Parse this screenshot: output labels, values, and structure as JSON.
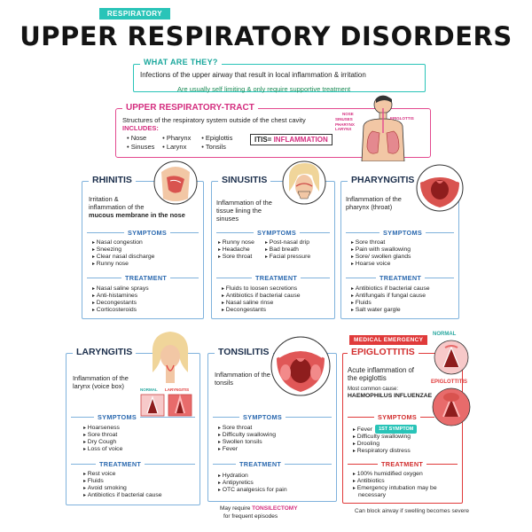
{
  "header": {
    "tag": "RESPIRATORY",
    "title": "UPPER RESPIRATORY DISORDERS"
  },
  "what": {
    "heading": "WHAT ARE THEY?",
    "text": "Infections of the upper airway that result in local inflammation & irritation",
    "note": "Are usually self limiting & only require supportive treatment"
  },
  "tract": {
    "heading": "UPPER RESPIRATORY-TRACT",
    "description": "Structures of the respiratory system outside of the chest cavity",
    "includes_label": "INCLUDES:",
    "includes": [
      "Nose",
      "Pharynx",
      "Epiglottis",
      "Sinuses",
      "Larynx",
      "Tonsils"
    ],
    "itis_prefix": "ITIS=",
    "itis_value": "INFLAMMATION",
    "figure_labels": [
      "NOSE",
      "SINUSES",
      "PHARYNX",
      "LARYNX",
      "EPIGLOTTIS"
    ]
  },
  "cards": {
    "rhinitis": {
      "title": "RHINITIS",
      "desc": [
        "Irritation &",
        "inflammation of the",
        "mucous membrane in the nose"
      ],
      "symptoms_label": "SYMPTOMS",
      "symptoms": [
        "Nasal congestion",
        "Sneezing",
        "Clear nasal discharge",
        "Runny nose"
      ],
      "treatment_label": "TREATMENT",
      "treatment": [
        "Nasal saline sprays",
        "Anti-histamines",
        "Decongestants",
        "Corticosteroids"
      ]
    },
    "sinusitis": {
      "title": "SINUSITIS",
      "desc": [
        "Inflammation of the",
        "tissue lining the",
        "sinuses"
      ],
      "symptoms_label": "SYMPTOMS",
      "symptoms_left": [
        "Runny nose",
        "Headache",
        "Sore throat"
      ],
      "symptoms_right": [
        "Post-nasal drip",
        "Bad breath",
        "Facial pressure"
      ],
      "treatment_label": "TREATMENT",
      "treatment": [
        "Fluids to loosen secretions",
        "Antibiotics if bacterial cause",
        "Nasal saline rinse",
        "Decongestants"
      ]
    },
    "pharyngitis": {
      "title": "PHARYNGITIS",
      "desc": [
        "Inflammation of the",
        "pharynx (throat)"
      ],
      "symptoms_label": "SYMPTOMS",
      "symptoms": [
        "Sore throat",
        "Pain with swallowing",
        "Sore/ swollen glands",
        "Hoarse voice"
      ],
      "treatment_label": "TREATMENT",
      "treatment": [
        "Antibiotics if bacterial cause",
        "Antifungals if fungal cause",
        "Fluids",
        "Salt water gargle"
      ]
    },
    "laryngitis": {
      "title": "LARYNGITIS",
      "desc": [
        "Inflammation of the",
        "larynx (voice box)"
      ],
      "normal_label": "NORMAL",
      "laryngitis_label": "LARYNGITIS",
      "symptoms_label": "SYMPTOMS",
      "symptoms": [
        "Hoarseness",
        "Sore throat",
        "Dry Cough",
        "Loss of voice"
      ],
      "treatment_label": "TREATMENT",
      "treatment": [
        "Rest voice",
        "Fluids",
        "Avoid smoking",
        "Antibiotics if bacterial cause"
      ]
    },
    "tonsilitis": {
      "title": "TONSILITIS",
      "desc": [
        "Inflammation of the",
        "tonsils"
      ],
      "symptoms_label": "SYMPTOMS",
      "symptoms": [
        "Sore throat",
        "Difficulty swallowing",
        "Swollen tonsils",
        "Fever"
      ],
      "treatment_label": "TREATMENT",
      "treatment": [
        "Hydration",
        "Antipyretics",
        "OTC analgesics for pain"
      ],
      "note_prefix": "May require",
      "note_highlight": "TONSILECTOMY",
      "note_suffix": "for frequent episodes"
    },
    "epiglottitis": {
      "badge": "MEDICAL EMERGENCY",
      "title": "EPIGLOTTITIS",
      "normal_label": "NORMAL",
      "inflamed_label": "EPIGLOTTITIS",
      "desc": [
        "Acute inflammation of",
        "the epiglottis"
      ],
      "cause_label": "Most common cause:",
      "cause": "HAEMOPHILUS INFLUENZAE",
      "symptoms_label": "SYMPTOMS",
      "first_symptom": "Fever",
      "first_badge": "1ST SYMPTOM",
      "symptoms": [
        "Difficulty swallowing",
        "Drooling",
        "Respiratory distress"
      ],
      "treatment_label": "TREATMENT",
      "treatment": [
        "100% humidified oxygen",
        "Antibiotics",
        "Emergency intubation may be",
        "necessary"
      ],
      "warning": "Can block airway if swelling becomes severe"
    }
  },
  "colors": {
    "teal": "#29c4b8",
    "pink": "#d42e7f",
    "blue": "#2c6ab0",
    "red": "#e03a3a"
  }
}
